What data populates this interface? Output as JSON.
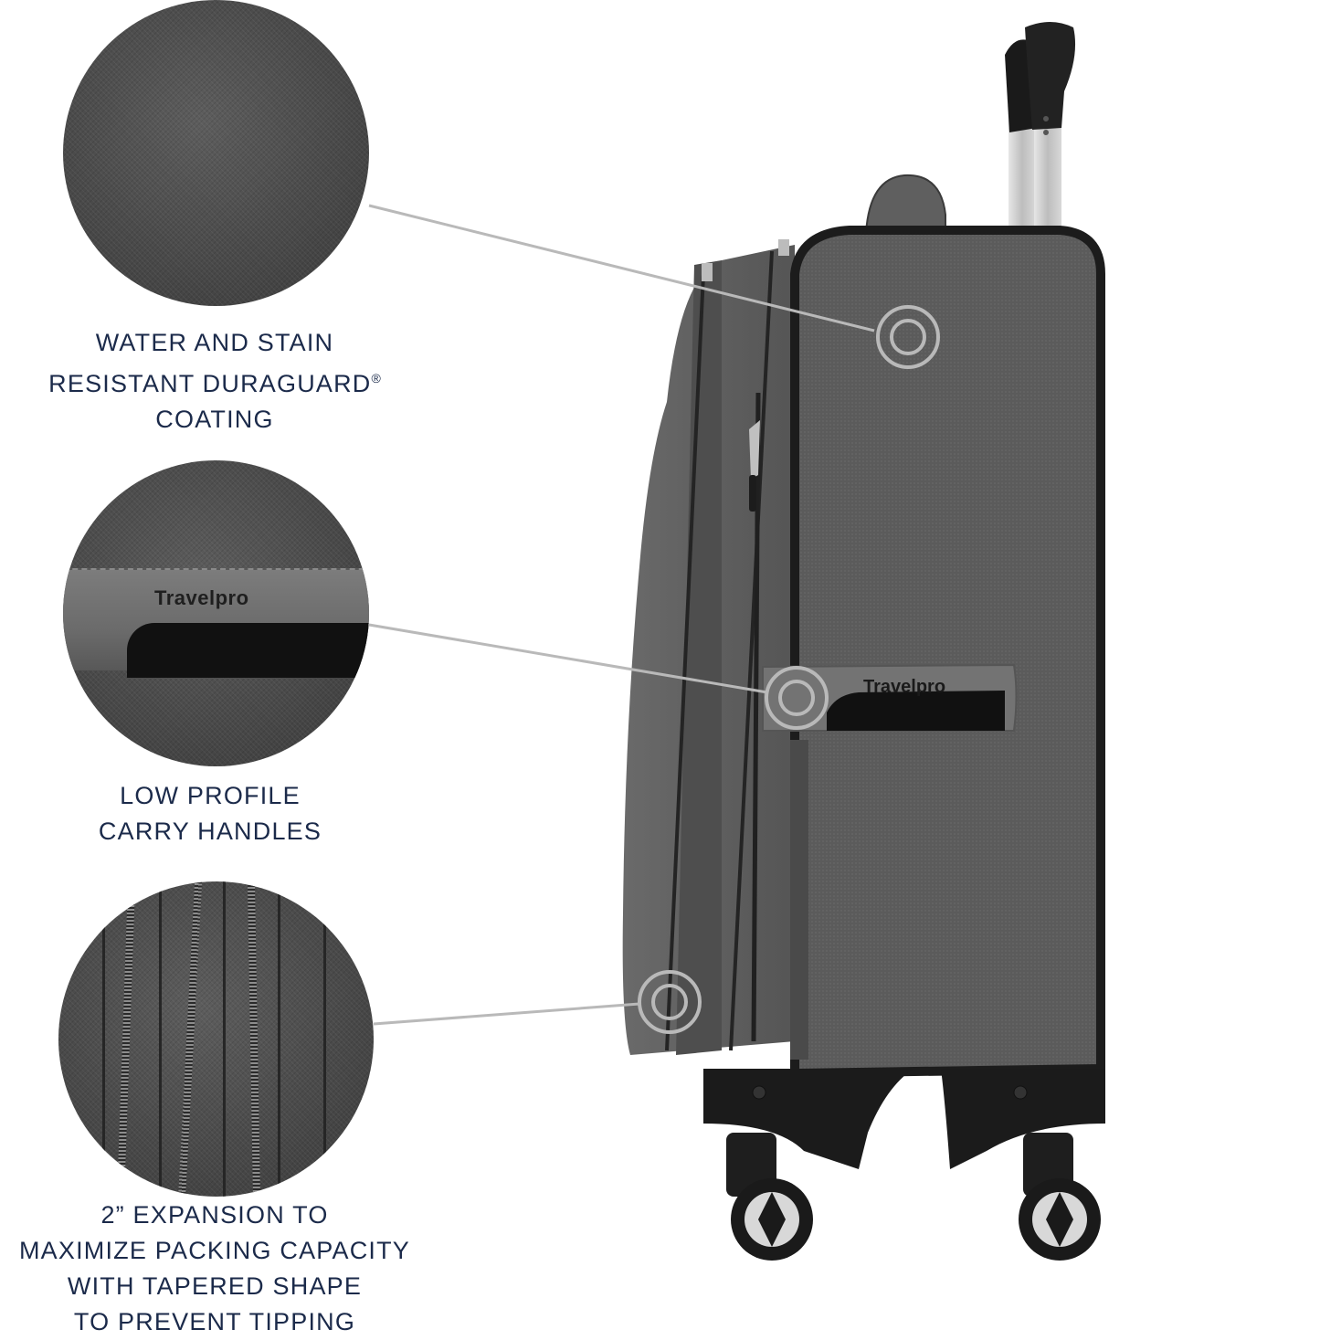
{
  "features": [
    {
      "id": "fabric",
      "caption_lines": [
        "WATER AND STAIN",
        "RESISTANT DURAGUARD",
        "COATING"
      ],
      "registered_mark": "®",
      "detail": "fabric-weave"
    },
    {
      "id": "handle",
      "caption_lines": [
        "LOW PROFILE",
        "CARRY HANDLES"
      ],
      "detail": "carry-handle",
      "handle_logo": "Travelpro"
    },
    {
      "id": "expansion",
      "caption_lines": [
        "2” EXPANSION TO",
        "MAXIMIZE PACKING CAPACITY",
        "WITH TAPERED SHAPE",
        "TO PREVENT TIPPING"
      ],
      "detail": "expansion-zippers"
    }
  ],
  "product": {
    "brand_logo": "Travelpro",
    "type": "spinner carry-on suitcase, side view",
    "colors": {
      "body": "#5a5a5a",
      "trim": "#1e1e1e",
      "handle_metal": "#c9c9c9",
      "callout_line": "#b9b9b9",
      "caption_text": "#1b2a4a"
    }
  }
}
